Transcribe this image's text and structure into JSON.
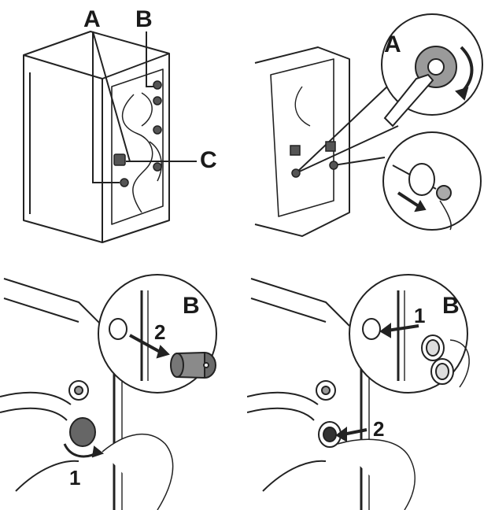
{
  "panels": [
    {
      "id": "overview",
      "labels": {
        "a": "A",
        "b": "B",
        "c": "C"
      }
    },
    {
      "id": "remove-bolts",
      "labels": {
        "a": "A"
      }
    },
    {
      "id": "remove-spacer",
      "labels": {
        "b": "B",
        "step1": "1",
        "step2": "2"
      }
    },
    {
      "id": "insert-cap",
      "labels": {
        "b": "B",
        "step1": "1",
        "step2": "2"
      }
    }
  ],
  "colors": {
    "line": "#222222",
    "shade": "#6a6a6a",
    "light": "#d9d9d9"
  }
}
